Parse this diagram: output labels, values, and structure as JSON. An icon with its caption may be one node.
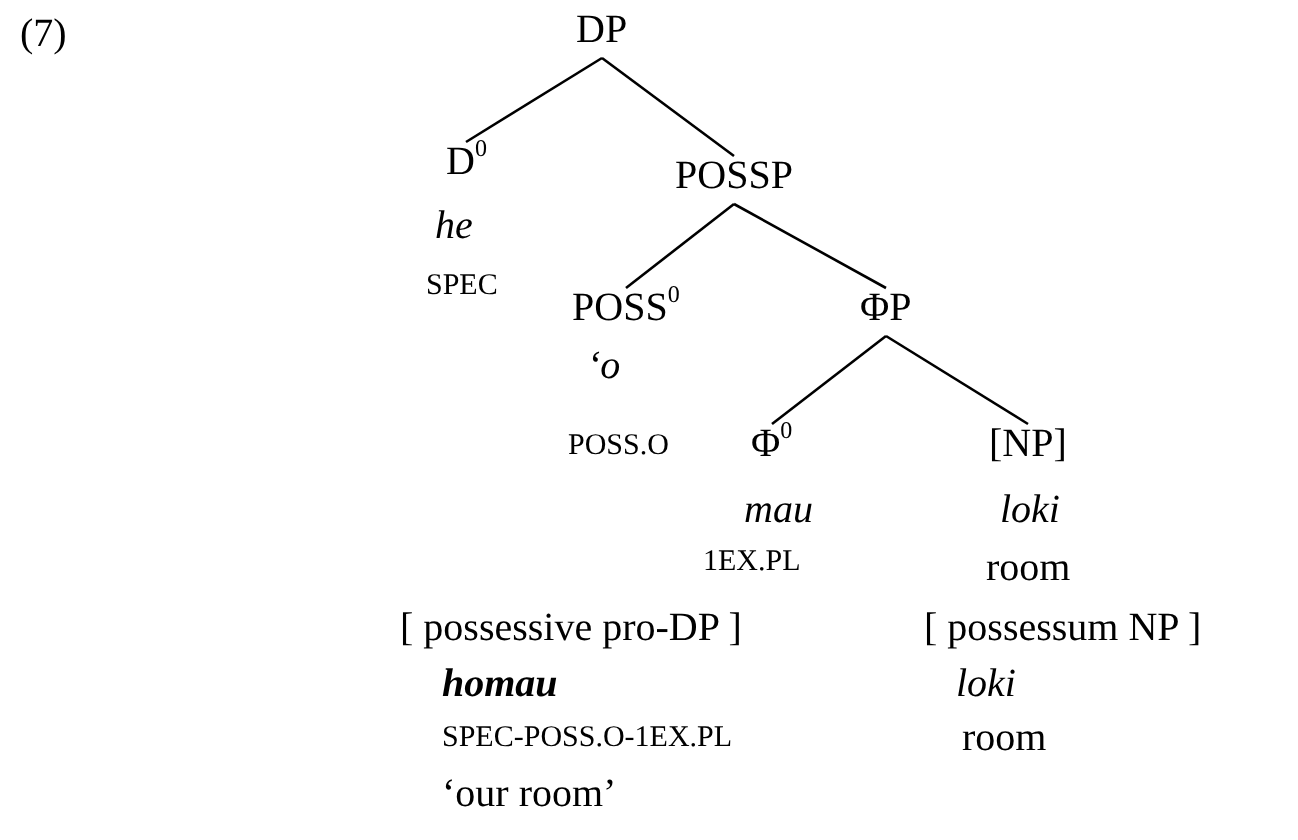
{
  "diagram": {
    "nodes": [
      {
        "text": [
          "DP"
        ]
      },
      {
        "text": [
          "D$^{0}$",
          "he",
          "SPEC"
        ]
      },
      {
        "text": [
          "POSSP"
        ]
      },
      {
        "text": [
          "POSS$^{0}$",
          "‘o",
          "POSS.O"
        ]
      },
      {
        "text": [
          "ΦP"
        ]
      },
      {
        "text": [
          "Φ$^{0}$",
          "mau",
          "1EX.PL"
        ]
      },
      {
        "text": [
          "[NP]",
          "loki",
          "room"
        ]
      }
    ],
    "edges": [
      {
        "from": 0,
        "to": 1,
        "arrow": "none"
      },
      {
        "from": 0,
        "to": 2,
        "arrow": "none"
      },
      {
        "from": 2,
        "to": 3,
        "arrow": "none"
      },
      {
        "from": 2,
        "to": 4,
        "arrow": "none"
      },
      {
        "from": 4,
        "to": 5,
        "arrow": "none"
      },
      {
        "from": 4,
        "to": 6,
        "arrow": "none"
      }
    ],
    "labels": [
      "(7)",
      "[ possessive pro-DP ]",
      "[ possessum NP ]",
      "homau",
      "loki",
      "SPEC-POSS.O-1EX.PL",
      "room",
      "‘our room’"
    ]
  }
}
